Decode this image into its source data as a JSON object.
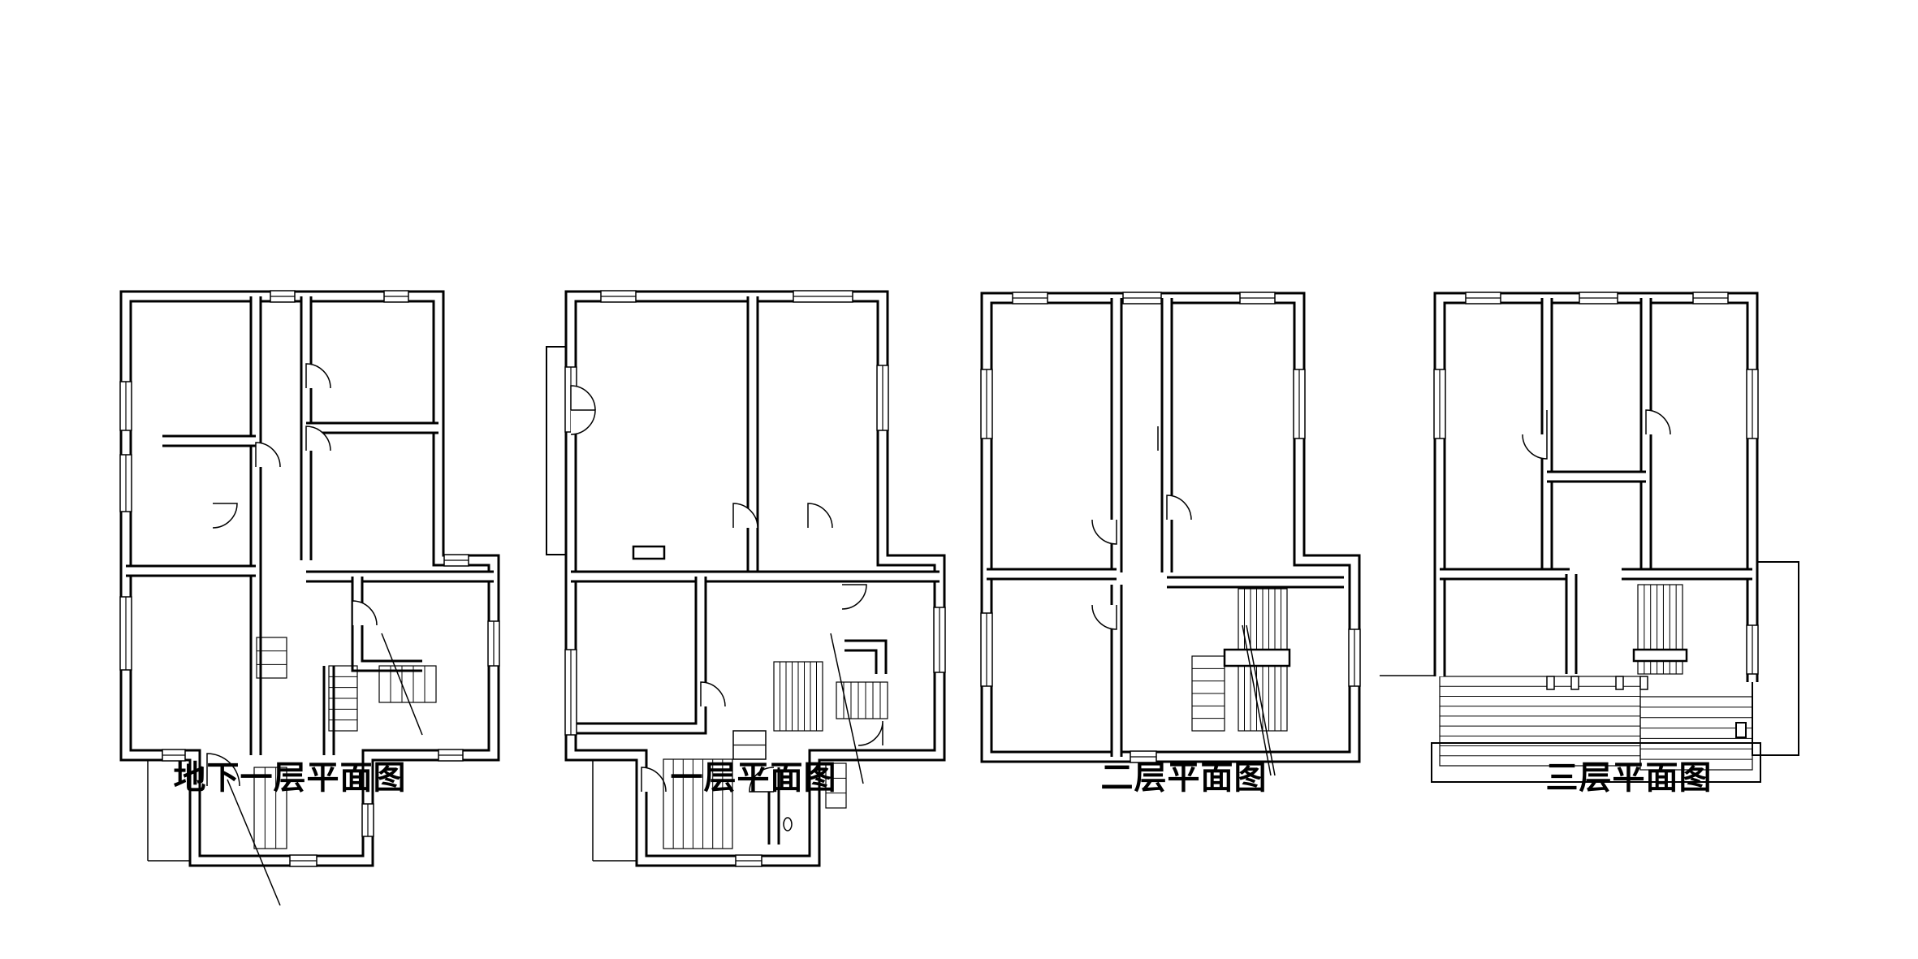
{
  "plans": [
    {
      "id": "basement",
      "label": "地下一层平面图"
    },
    {
      "id": "floor1",
      "label": "一层平面图"
    },
    {
      "id": "floor2",
      "label": "二层平面图"
    },
    {
      "id": "floor3",
      "label": "三层平面图"
    }
  ],
  "colors": {
    "line": "#000000",
    "background": "#ffffff"
  }
}
